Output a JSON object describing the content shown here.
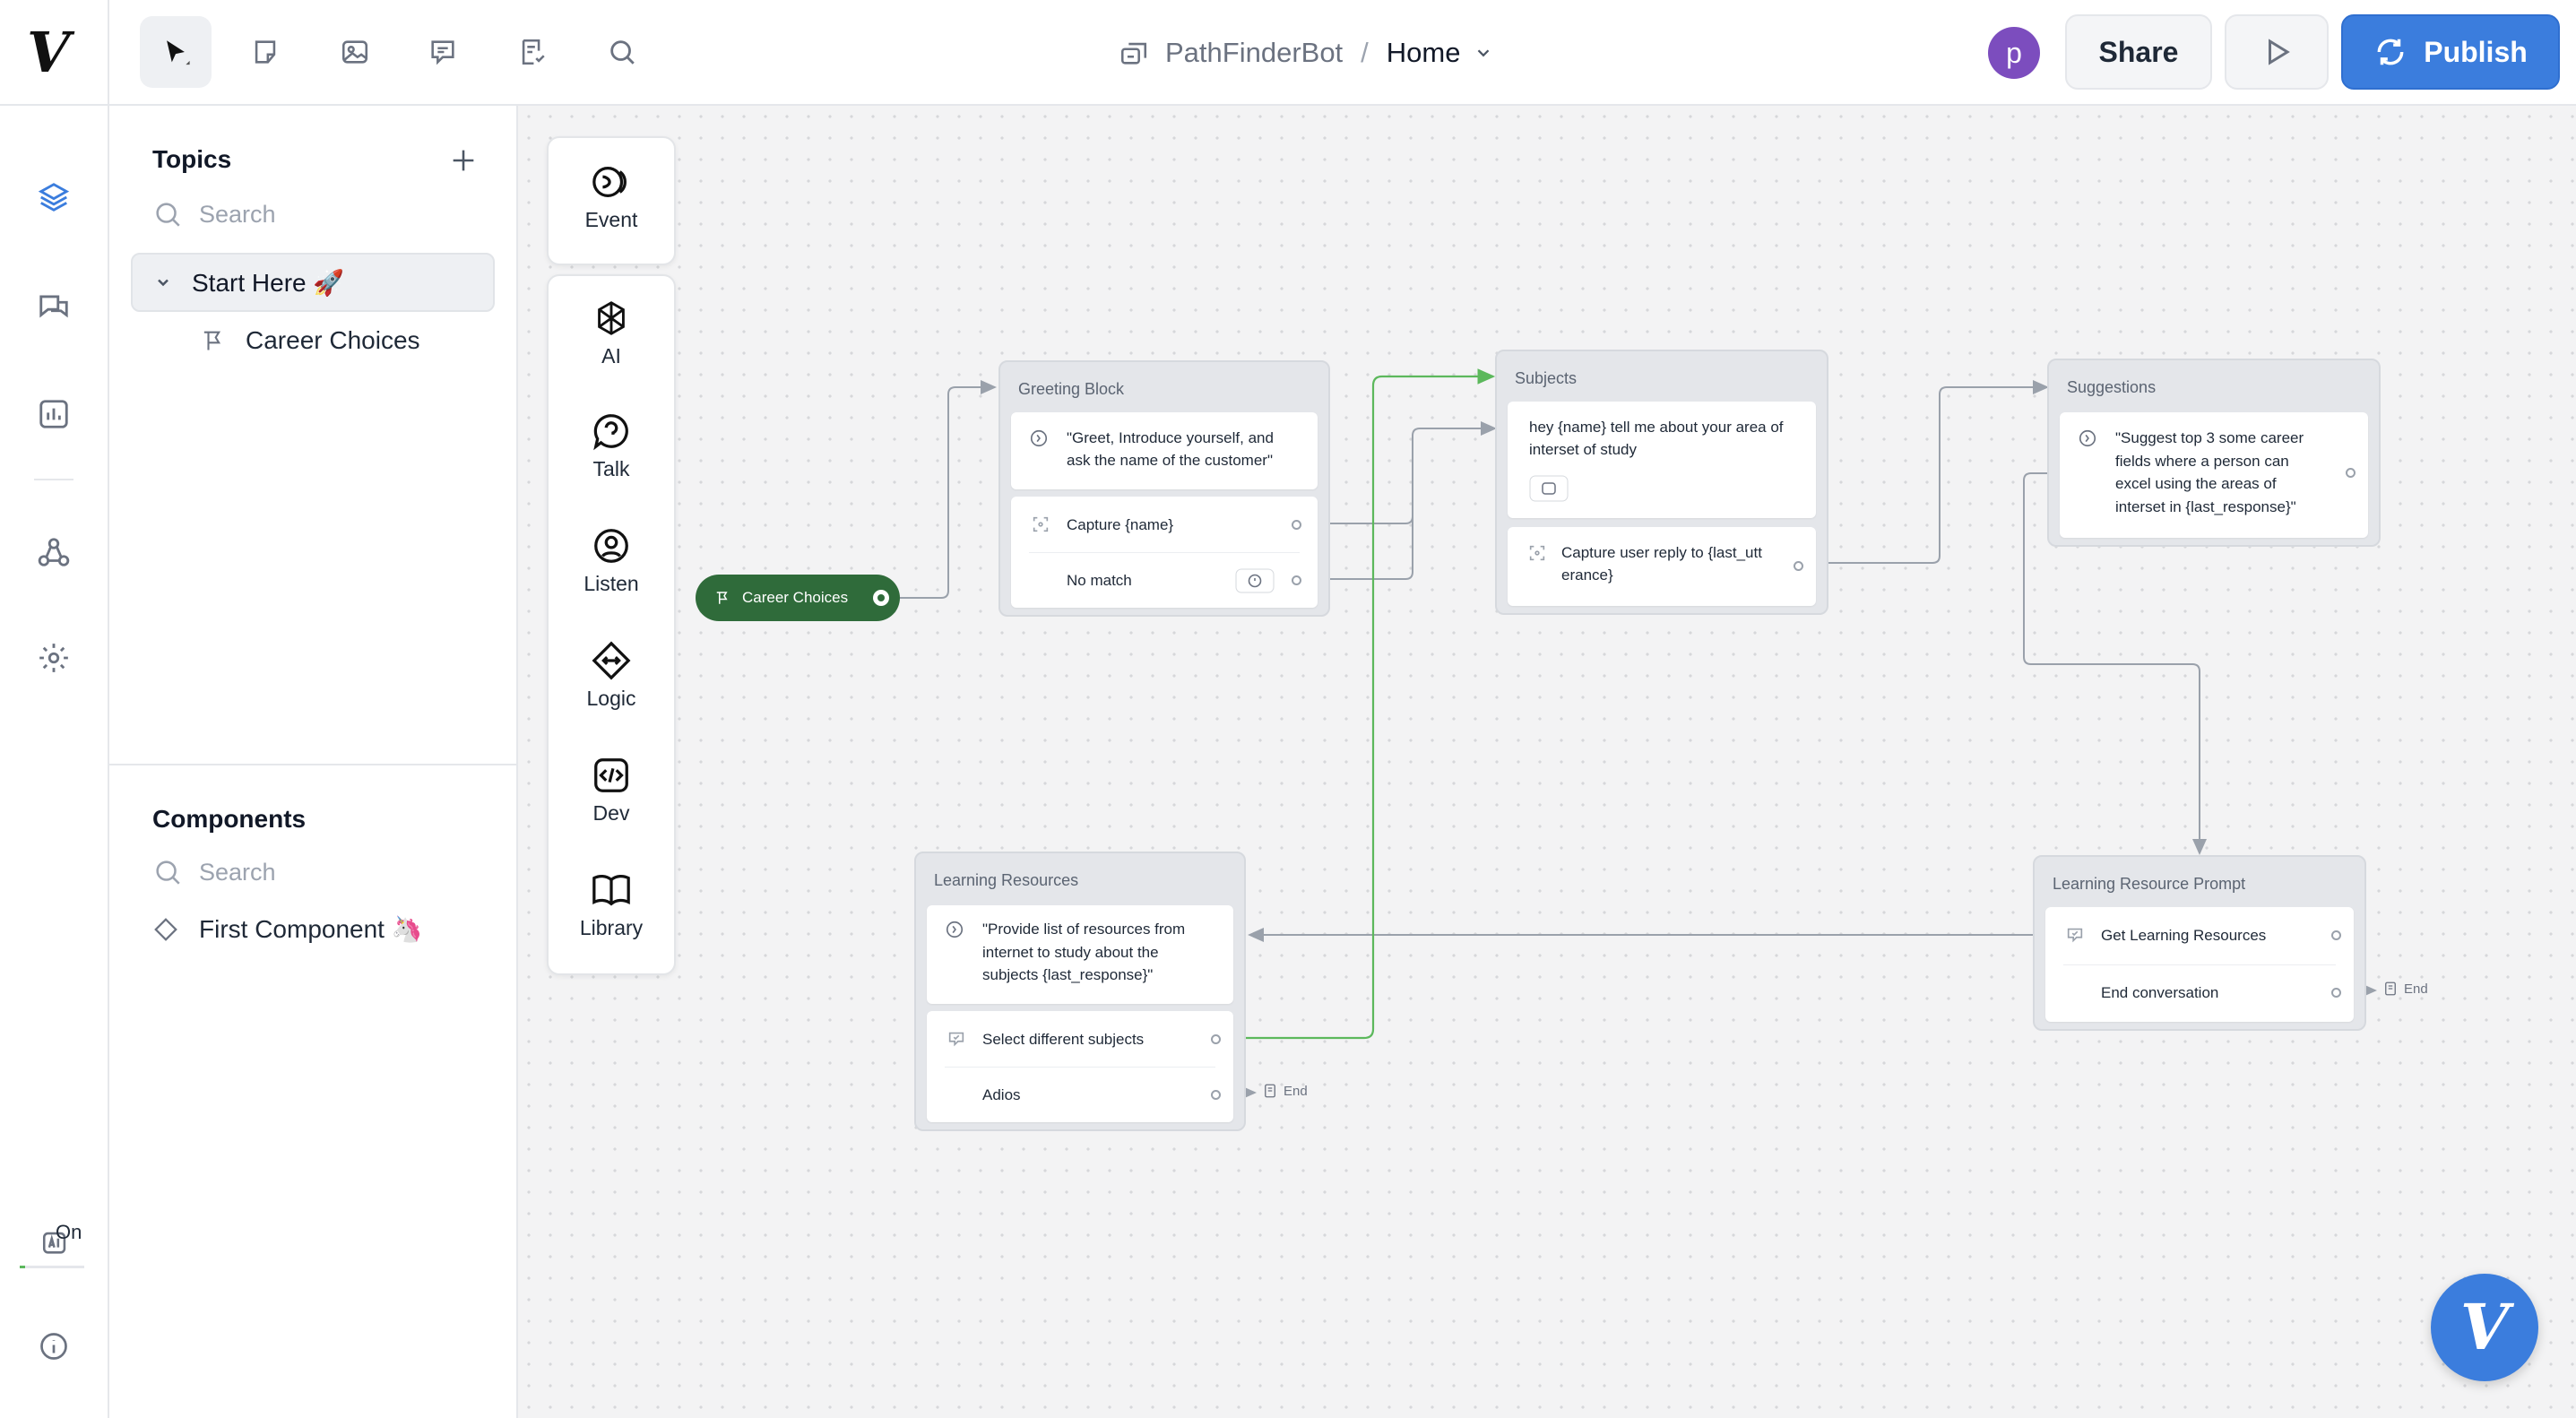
{
  "header": {
    "project_name": "PathFinderBot",
    "separator": "/",
    "page_name": "Home",
    "avatar_letter": "p",
    "share_label": "Share",
    "publish_label": "Publish"
  },
  "sidebar": {
    "topics_title": "Topics",
    "topics_search_placeholder": "Search",
    "topic_root": "Start Here 🚀",
    "topic_child": "Career Choices",
    "components_title": "Components",
    "components_search_placeholder": "Search",
    "component_item": "First Component 🦄"
  },
  "rail": {
    "ai_toggle_label": "On"
  },
  "palette": {
    "event": "Event",
    "ai": "AI",
    "talk": "Talk",
    "listen": "Listen",
    "logic": "Logic",
    "dev": "Dev",
    "library": "Library"
  },
  "canvas": {
    "start_node": "Career Choices",
    "greeting": {
      "title": "Greeting Block",
      "prompt_line1": "\"Greet, Introduce yourself, and",
      "prompt_line2": "ask the name of the customer\"",
      "capture": "Capture {name}",
      "no_match": "No match"
    },
    "subjects": {
      "title": "Subjects",
      "text_line1": "hey {name} tell me about your area of",
      "text_line2": "interset of study",
      "capture_line1": "Capture user reply to {last_utt",
      "capture_line2": "erance}"
    },
    "suggestions": {
      "title": "Suggestions",
      "line1": "\"Suggest top 3 some career",
      "line2": "fields where a person can",
      "line3": "excel using the areas of",
      "line4": "interset in {last_response}\""
    },
    "learning_resources": {
      "title": "Learning Resources",
      "line1": "\"Provide list of resources from",
      "line2": "internet to study about the",
      "line3": "subjects {last_response}\"",
      "choice1": "Select different subjects",
      "choice2": "Adios",
      "end": "End"
    },
    "lr_prompt": {
      "title": "Learning Resource Prompt",
      "choice1": "Get Learning Resources",
      "choice2": "End conversation",
      "end": "End"
    }
  },
  "colors": {
    "accent_blue": "#3b7ddd",
    "start_green": "#2f6b3a",
    "avatar_purple": "#7c4dbe",
    "wire_green": "#5cb85c",
    "wire_gray": "#9aa1ab"
  }
}
